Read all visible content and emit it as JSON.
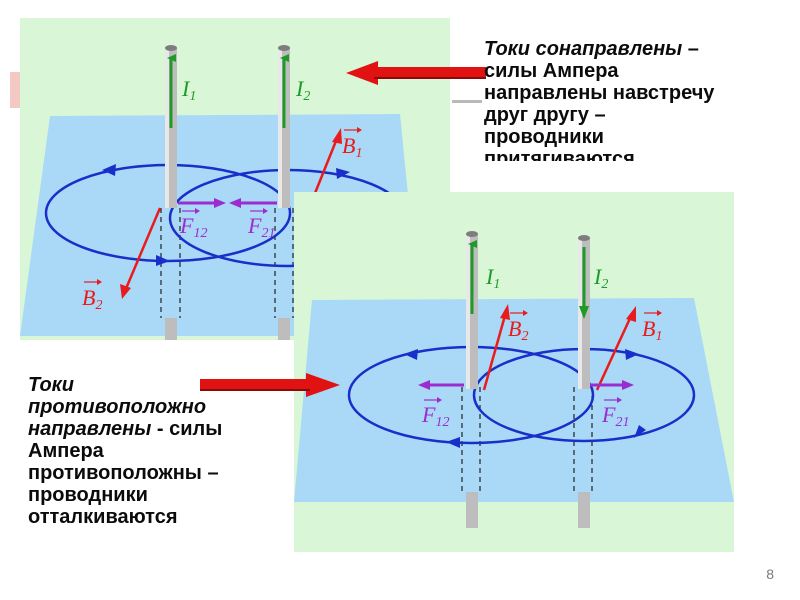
{
  "top_caption": {
    "line1_italic": "Токи сонаправлены",
    "line1_rest": " –",
    "line2": "силы Ампера",
    "line3": "направлены навстречу",
    "line4": "друг другу –",
    "line5": "проводники",
    "line6": "притягиваются"
  },
  "bottom_caption": {
    "line1": "Токи",
    "line2": "противоположно",
    "line3_italic": "направлены",
    "line3_rest": " - силы",
    "line4": "Ампера",
    "line5": "противоположны –",
    "line6": "проводники",
    "line7": "отталкиваются"
  },
  "labels": {
    "I": "I",
    "sub1": "1",
    "sub2": "2",
    "B": "B",
    "F": "F",
    "sub12": "12",
    "sub21": "21"
  },
  "page_number": "8",
  "colors": {
    "panel_bg": "#d9f7d6",
    "plane": "#a9d9f7",
    "field_line": "#1a2ec9",
    "current_arrow": "#1f9a2a",
    "b_vector": "#e81c1c",
    "force": "#9b2ccf",
    "pointer_arrow": "#e01212",
    "wire": "#bdbdbd"
  }
}
